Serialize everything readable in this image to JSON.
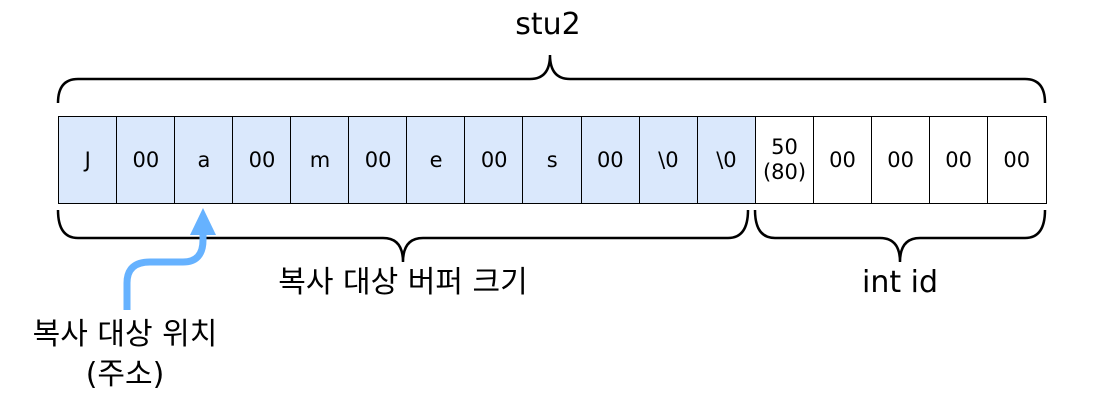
{
  "title": "stu2",
  "cells": [
    {
      "text": "J",
      "highlighted": true
    },
    {
      "text": "00",
      "highlighted": true
    },
    {
      "text": "a",
      "highlighted": true
    },
    {
      "text": "00",
      "highlighted": true
    },
    {
      "text": "m",
      "highlighted": true
    },
    {
      "text": "00",
      "highlighted": true
    },
    {
      "text": "e",
      "highlighted": true
    },
    {
      "text": "00",
      "highlighted": true
    },
    {
      "text": "s",
      "highlighted": true
    },
    {
      "text": "00",
      "highlighted": true
    },
    {
      "text": "\\0",
      "highlighted": true
    },
    {
      "text": "\\0",
      "highlighted": true
    },
    {
      "text": "50",
      "subtext": "(80)",
      "highlighted": false
    },
    {
      "text": "00",
      "highlighted": false
    },
    {
      "text": "00",
      "highlighted": false
    },
    {
      "text": "00",
      "highlighted": false
    },
    {
      "text": "00",
      "highlighted": false
    }
  ],
  "labels": {
    "buffer": "복사 대상 버퍼 크기",
    "int_id": "int id",
    "target_line1": "복사 대상 위치",
    "target_line2": "(주소)"
  },
  "colors": {
    "highlight_fill": "#dae8fc",
    "arrow": "#66b2ff",
    "stroke": "#000000"
  }
}
